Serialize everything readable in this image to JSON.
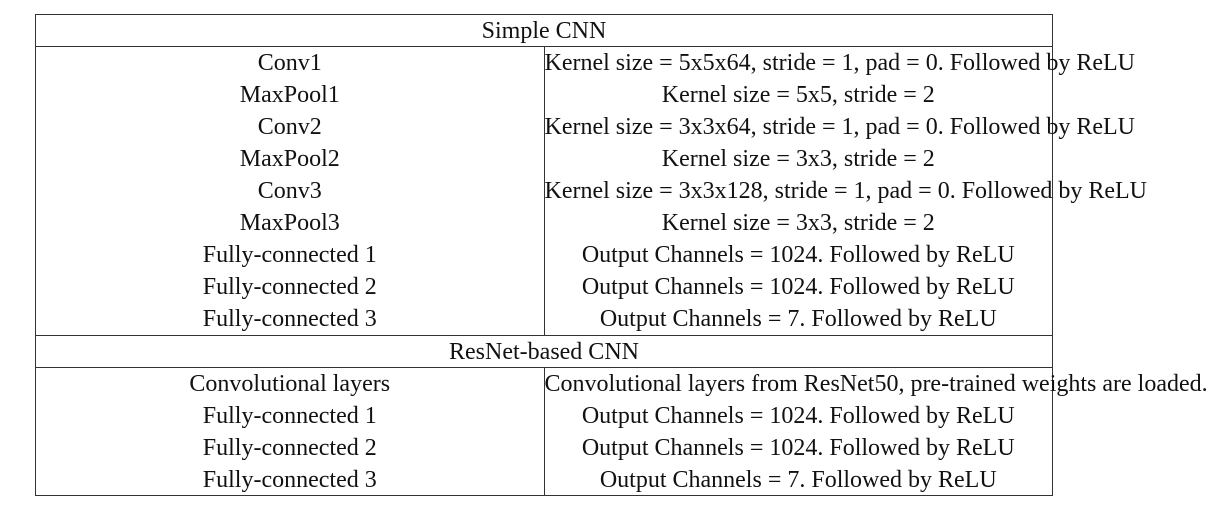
{
  "sections": [
    {
      "title": "Simple CNN",
      "rows": [
        {
          "layer": "Conv1",
          "description": "Kernel size = 5x5x64, stride = 1, pad = 0. Followed by ReLU"
        },
        {
          "layer": "MaxPool1",
          "description": "Kernel size = 5x5, stride = 2"
        },
        {
          "layer": "Conv2",
          "description": "Kernel size = 3x3x64, stride = 1, pad = 0. Followed by ReLU"
        },
        {
          "layer": "MaxPool2",
          "description": "Kernel size = 3x3, stride = 2"
        },
        {
          "layer": "Conv3",
          "description": "Kernel size = 3x3x128, stride = 1, pad = 0. Followed by ReLU"
        },
        {
          "layer": "MaxPool3",
          "description": "Kernel size = 3x3, stride = 2"
        },
        {
          "layer": "Fully-connected 1",
          "description": "Output Channels = 1024. Followed by ReLU"
        },
        {
          "layer": "Fully-connected 2",
          "description": "Output Channels = 1024. Followed by ReLU"
        },
        {
          "layer": "Fully-connected 3",
          "description": "Output Channels = 7. Followed by ReLU"
        }
      ]
    },
    {
      "title": "ResNet-based CNN",
      "rows": [
        {
          "layer": "Convolutional layers",
          "description": "Convolutional layers from ResNet50, pre-trained weights are loaded."
        },
        {
          "layer": "Fully-connected 1",
          "description": "Output Channels = 1024. Followed by ReLU"
        },
        {
          "layer": "Fully-connected 2",
          "description": "Output Channels = 1024. Followed by ReLU"
        },
        {
          "layer": "Fully-connected 3",
          "description": "Output Channels = 7. Followed by ReLU"
        }
      ]
    }
  ]
}
